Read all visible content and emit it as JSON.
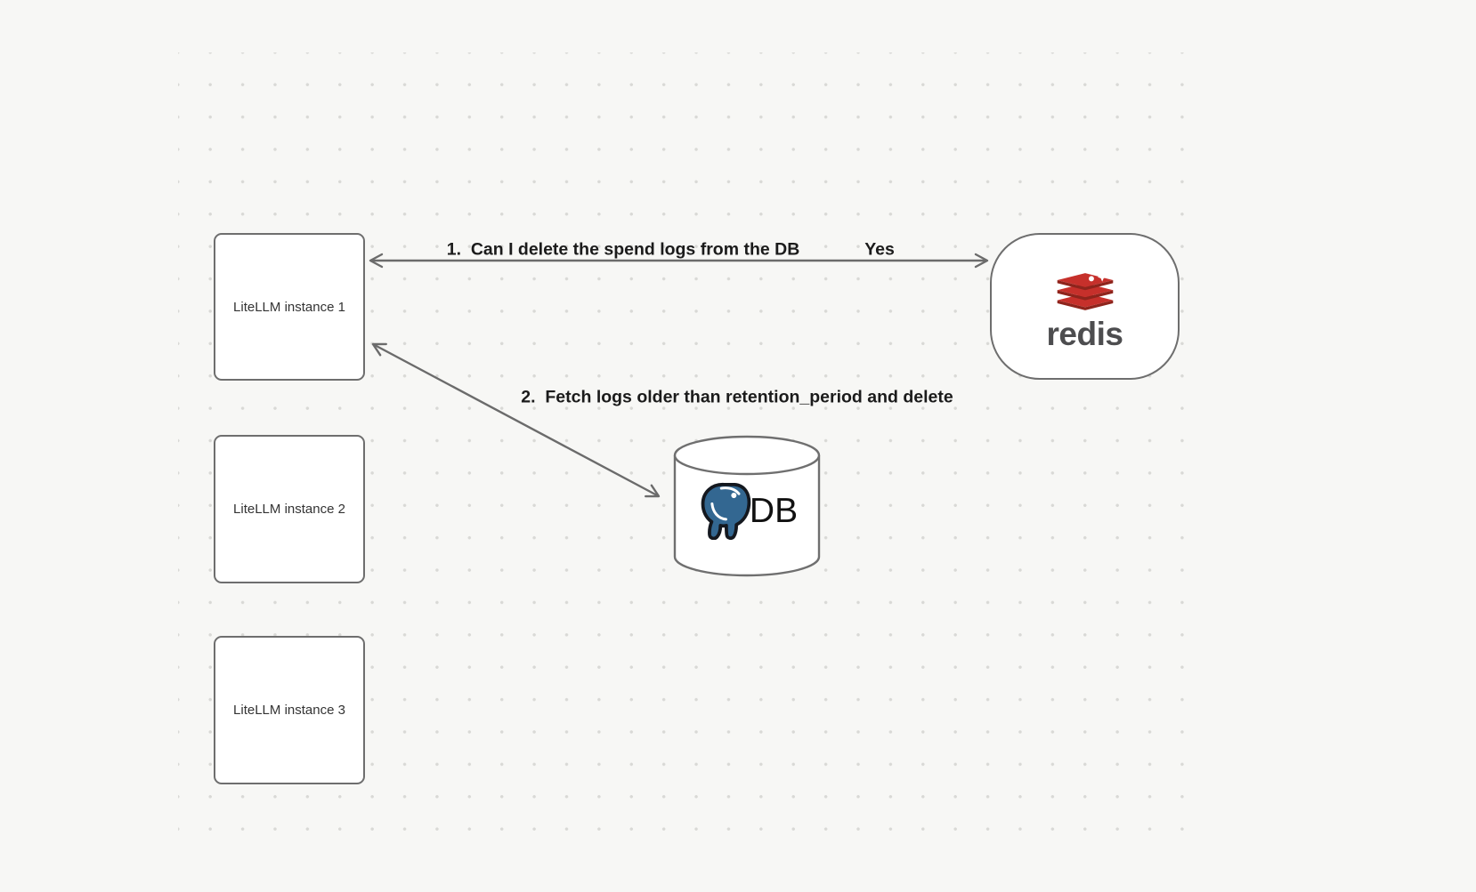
{
  "colors": {
    "background": "#f7f7f5",
    "dot_grid": "#d9d9d6",
    "node_border": "#6e6e6e",
    "node_fill": "#ffffff",
    "arrow": "#6b6b6b",
    "edge_label_text": "#1b1b1b",
    "instance_label_text": "#333333",
    "redis_red": "#c6302b",
    "redis_red_dark": "#8e241c",
    "redis_wordmark_gray": "#4d4d4f",
    "postgres_blue": "#336791"
  },
  "icons": {
    "redis": "redis-stack-logo-icon",
    "postgres": "postgres-elephant-icon",
    "database": "database-cylinder-icon"
  },
  "nodes": {
    "instance1": {
      "label": "LiteLLM instance 1"
    },
    "instance2": {
      "label": "LiteLLM instance 2"
    },
    "instance3": {
      "label": "LiteLLM instance 3"
    },
    "redis": {
      "wordmark": "redis"
    },
    "db": {
      "label": "DB"
    }
  },
  "edges": {
    "redis_query": {
      "label": "1.  Can I delete the spend logs from the DB",
      "response": "Yes"
    },
    "db_fetch": {
      "label": "2.  Fetch logs older than retention_period and delete"
    }
  }
}
